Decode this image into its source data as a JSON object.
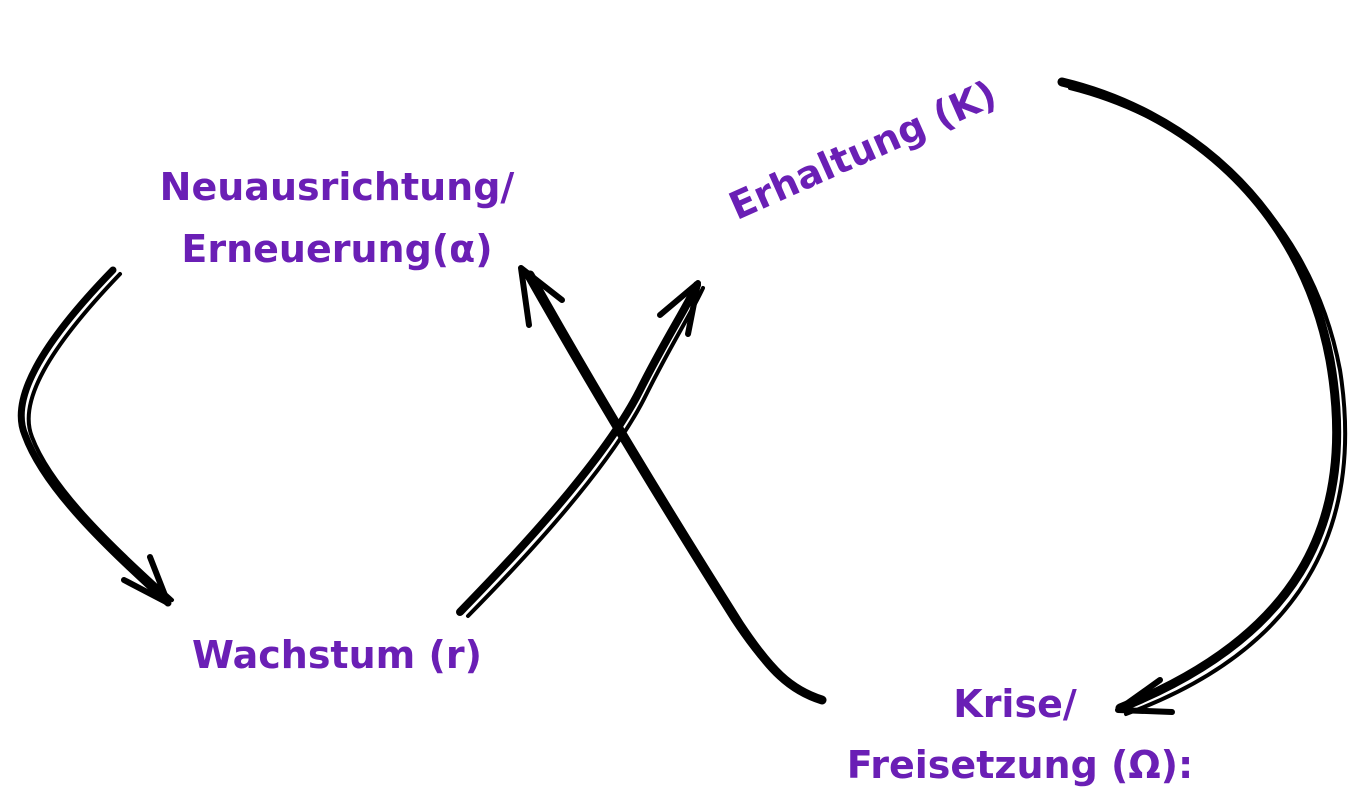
{
  "colors": {
    "label": "#6a1fb5",
    "arrow": "#000000",
    "background": "#ffffff"
  },
  "nodes": {
    "renewal": {
      "line1": "Neuausrichtung/",
      "line2": "Erneuerung(α)"
    },
    "preservation": {
      "label": "Erhaltung (K)"
    },
    "growth": {
      "label": "Wachstum (r)"
    },
    "crisis": {
      "line1": "Krise/",
      "line2": "Freisetzung (Ω):"
    }
  }
}
